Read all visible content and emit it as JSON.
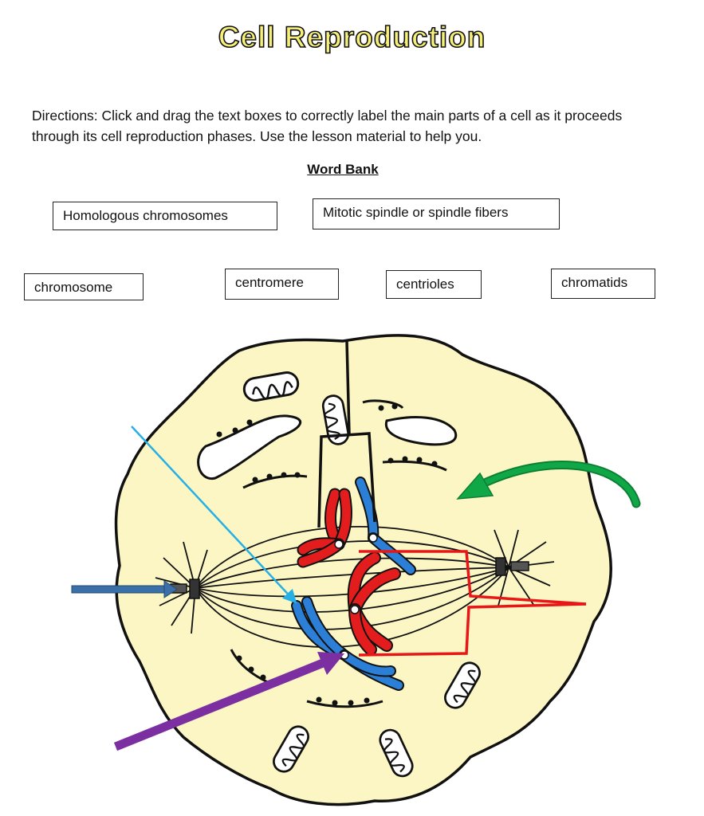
{
  "title": "Cell Reproduction",
  "directions": "Directions: Click and drag the text boxes to correctly label the main parts of a cell as it proceeds through its cell reproduction phases. Use the lesson material to help you.",
  "word_bank": {
    "heading": "Word Bank",
    "items": [
      "Homologous chromosomes",
      "Mitotic spindle or spindle fibers",
      "chromosome",
      "centromere",
      "centrioles",
      "chromatids"
    ]
  },
  "colors": {
    "title_fill": "#f6f07a",
    "cell_fill": "#fbf6c3",
    "chromosome_red": "#e31d1d",
    "chromosome_blue": "#2c7fd6",
    "arrow_cyan": "#27b0e6",
    "arrow_green": "#10a847",
    "arrow_steel": "#3a6fa8",
    "arrow_purple": "#7b2fa0",
    "bracket_red": "#e81616"
  },
  "icons": [
    "mitochondrion-icon",
    "centriole-icon",
    "arrow-icon",
    "curved-arrow-icon"
  ]
}
